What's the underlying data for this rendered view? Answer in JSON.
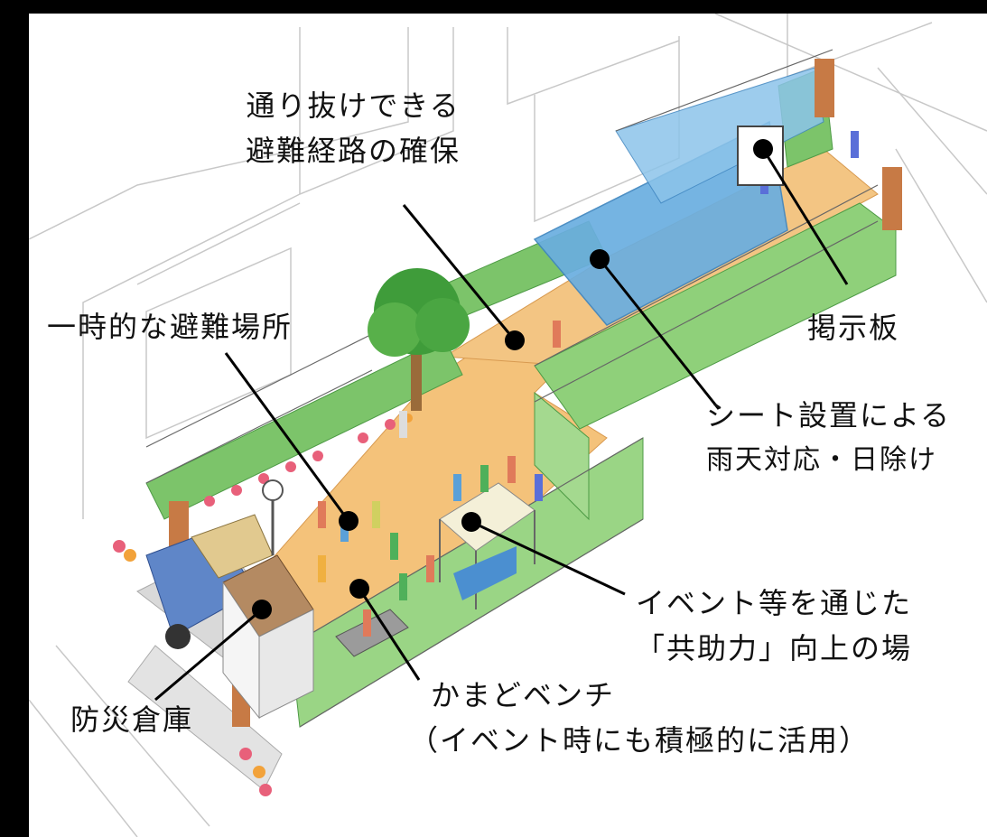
{
  "labels": {
    "evacuation_route": {
      "line1": "通り抜けできる",
      "line2": "避難経路の確保"
    },
    "temporary_shelter": "一時的な避難場所",
    "bulletin_board": "掲示板",
    "sheet": {
      "line1": "シート設置による",
      "line2": "雨天対応・日除け"
    },
    "event": {
      "line1": "イベント等を通じた",
      "line2": "「共助力」向上の場"
    },
    "kamado_bench": {
      "line1": "かまどベンチ",
      "line2": "（イベント時にも積極的に活用）"
    },
    "storage": "防災倉庫"
  },
  "colors": {
    "frame": "#000000",
    "ground": "#f4c27a",
    "greenery": "#7cc46a",
    "sheet": "#6aaee0",
    "building": "#ffffff",
    "leader": "#000000"
  }
}
